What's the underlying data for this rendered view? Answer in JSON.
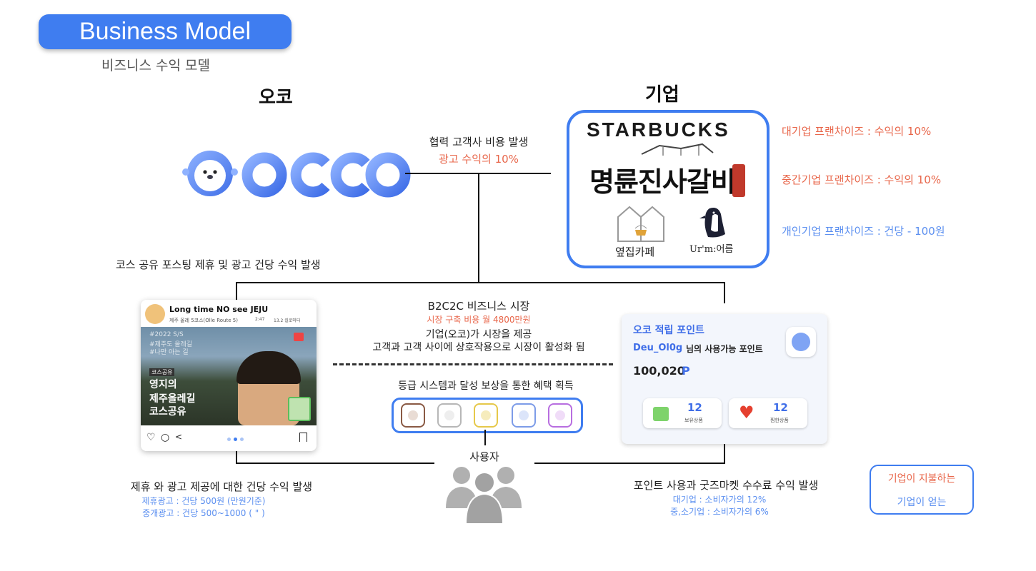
{
  "header": {
    "title": "Business Model",
    "subtitle": "비즈니스 수익 모델"
  },
  "occo": {
    "heading": "오코",
    "logo_text": "OCCO",
    "brand_color": "#4a7ef0"
  },
  "corporate": {
    "heading": "기업",
    "brands": [
      "STARBUCKS",
      "명륜진사갈비",
      "옆집카페",
      "Ur'm:어름"
    ],
    "tiers": [
      {
        "text": "대기업 프랜차이즈 : 수익의 10%",
        "color": "#e8664a"
      },
      {
        "text": "중간기업 프랜차이즈 : 수익의 10%",
        "color": "#e8664a"
      },
      {
        "text": "개인기업 프랜차이즈 : 건당 - 100원",
        "color": "#5b8ff0"
      }
    ]
  },
  "partner_cost": {
    "line1": "협력 고객사 비용 발생",
    "line2": "광고 수익의 10%"
  },
  "course_share": {
    "text": "코스 공유 포스팅 제휴 및 광고 건당 수익 발생"
  },
  "b2c2c": {
    "title": "B2C2C 비즈니스 시장",
    "cost": "시장 구축 비용 월 4800만원",
    "line1": "기업(오코)가 시장을 제공",
    "line2": "고객과 고객 사이에 상호작용으로 시장이 활성화 됨",
    "grade": "등급 시스템과 달성 보상을 통한 혜택 획득"
  },
  "post": {
    "title": "Long time NO see JEJU",
    "subtitle": "제주 올레 5코스(Olle Route 5)",
    "time": "2:47",
    "distance": "13.2 킬로미터",
    "tags": [
      "#2022 S/S",
      "#제주도 올레길",
      "#나만 아는 길"
    ],
    "label": "코스공유",
    "overlay_title": [
      "영지의",
      "제주올레길",
      "코스공유"
    ]
  },
  "points": {
    "title": "오코 적립 포인트",
    "user": "Deu_Ol0g",
    "user_suffix": "님의 사용가능 포인트",
    "amount": "100,020",
    "unit": "P",
    "owned_count": "12",
    "owned_label": "보유상품",
    "liked_count": "12",
    "liked_label": "찜한상품"
  },
  "user": {
    "label": "사용자"
  },
  "bottom_left": {
    "title": "제휴 와 광고 제공에 대한 건당 수익 발생",
    "line1": "제휴광고 : 건당 500원 (만원기준)",
    "line2": "중개광고 : 건당 500~1000 ( \" )"
  },
  "bottom_right": {
    "title": "포인트 사용과 굿즈마켓 수수료 수익 발생",
    "line1": "대기업 : 소비자가의 12%",
    "line2": "중,소기업 : 소비자가의 6%"
  },
  "legend": {
    "paid": "기업이 지불하는",
    "earned": "기업이 얻는"
  },
  "badges": [
    {
      "name": "brown",
      "color": "#8a5a44"
    },
    {
      "name": "silver",
      "color": "#b7b7b7"
    },
    {
      "name": "gold",
      "color": "#e6c84a"
    },
    {
      "name": "blue",
      "color": "#7d9ce8"
    },
    {
      "name": "purple",
      "color": "#b86ee0"
    }
  ]
}
